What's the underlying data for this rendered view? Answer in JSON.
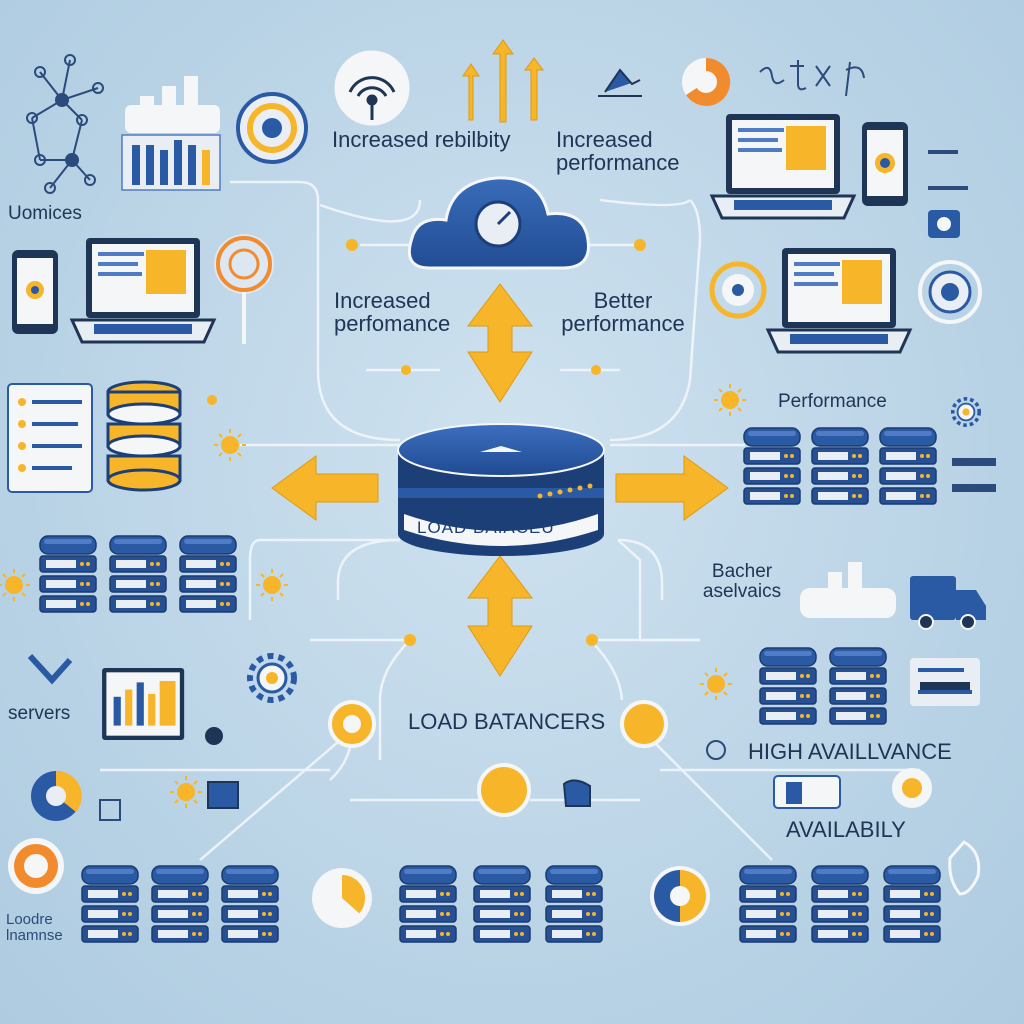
{
  "colors": {
    "background": "#bcd5e7",
    "navy": "#2b5aa5",
    "dark_navy": "#1d3f78",
    "orange": "#f7b52a",
    "white": "#f4f6f8",
    "line": "#f2f6fa"
  },
  "labels": {
    "increased_reliability": "Increased rebilbity",
    "increased_performance_top": "Increased performance",
    "increased_performance_mid": "Increased perfomance",
    "better_performance": "Better performance",
    "load_balancer": "LOAD BAIACEU",
    "load_batancers": "LOAD BATANCERS",
    "high_availability": "HIGH AVAILLVANCE",
    "availability": "AVAILABILY",
    "performance": "Performance",
    "devices": "Uomices",
    "servers": "servers",
    "better_services": "Bacher aselvaics",
    "bottom_left": "Loodre lnamnse"
  },
  "icons": [
    "network-nodes-icon",
    "bar-chart-icon",
    "gear-icon",
    "wifi-icon",
    "upload-arrows-icon",
    "mountain-chart-icon",
    "pie-chart-icon",
    "formula-icon",
    "laptop-icon",
    "tablet-icon",
    "cloud-icon",
    "cog-icon",
    "gauge-icon",
    "database-icon",
    "document-list-icon",
    "sun-icon",
    "truck-icon",
    "server-rack-icon",
    "load-balancer-icon"
  ]
}
